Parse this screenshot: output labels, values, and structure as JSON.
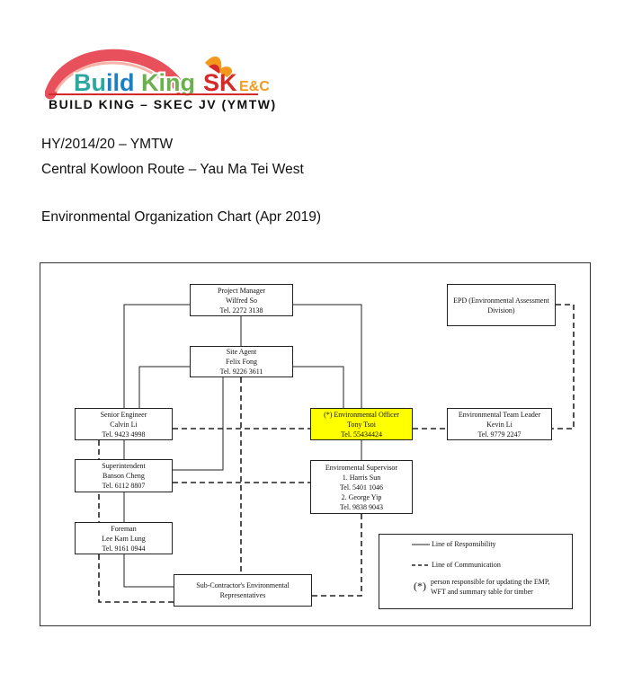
{
  "logo": {
    "brand": "Build King",
    "sk": "SK",
    "ec": "E&C",
    "subtitle": "BUILD  KING  –  SKEC  JV  (YMTW)",
    "colors": {
      "arc": "#e8505b",
      "teal": "#2aa7a0",
      "blue": "#1b7fc4",
      "green": "#6ab04c",
      "red": "#d62a2a",
      "orange": "#f39a1e"
    }
  },
  "header": {
    "contract": "HY/2014/20 – YMTW",
    "project": "Central Kowloon Route – Yau Ma Tei West",
    "chart_title": "Environmental Organization Chart (Apr 2019)"
  },
  "boxes": {
    "pm": {
      "lines": [
        "Project Manager",
        "Wilfred So",
        "Tel. 2272 3138"
      ]
    },
    "epd": {
      "lines": [
        "EPD (Environmental Assessment",
        "Division)"
      ]
    },
    "sa": {
      "lines": [
        "Site Agent",
        "Felix Fong",
        "Tel. 9226 3611"
      ]
    },
    "se": {
      "lines": [
        "Senior Engineer",
        "Calvin Li",
        "Tel. 9423 4998"
      ]
    },
    "eo": {
      "lines": [
        "(*) Environmental Officer",
        "Tony Tsoi",
        "Tel. 55434424"
      ],
      "highlight": "#ffff00"
    },
    "etl": {
      "lines": [
        "Environmental Team Leader",
        "Kevin Li",
        "Tel. 9779 2247"
      ]
    },
    "sup": {
      "lines": [
        "Superintendent",
        "Banson Cheng",
        "Tel. 6112 8807"
      ]
    },
    "es": {
      "lines": [
        "Enviromental Supervisor",
        "1. Harris Sun",
        "Tel. 5401 1046",
        "2. George Yip",
        "Tel. 9838 9043"
      ]
    },
    "fm": {
      "lines": [
        "Foreman",
        "Lee Kam Lung",
        "Tel. 9161 0944"
      ]
    },
    "scr": {
      "lines": [
        "Sub-Contractor's Environmental",
        "Representatives"
      ]
    }
  },
  "legend": {
    "responsibility": "Line of Responsibility",
    "communication": "Line of Communication",
    "asterisk": "(*)",
    "note_line1": "person responsible for updating the EMP,",
    "note_line2": "WFT and summary table for timber"
  }
}
